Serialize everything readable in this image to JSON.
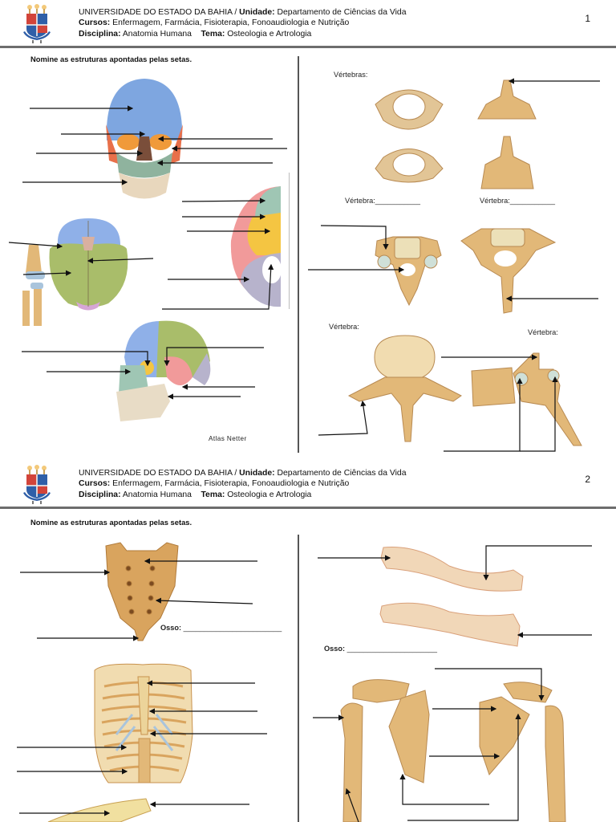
{
  "header": {
    "university": "UNIVERSIDADE DO ESTADO DA BAHIA",
    "separator": " / ",
    "unit_label": "Unidade:",
    "unit_value": " Departamento de Ciências da Vida",
    "courses_label": "Cursos:",
    "courses_value": " Enfermagem, Farmácia, Fisioterapia, Fonoaudiologia e Nutrição",
    "discipline_label": "Disciplina:",
    "discipline_value": " Anatomia Humana",
    "theme_label": "Tema:",
    "theme_value": " Osteologia e Artrologia"
  },
  "pages": [
    {
      "number": "1",
      "instruction": "Nomine as estruturas apontadas pelas setas.",
      "labels": {
        "vertebras": "Vértebras:",
        "vertebra_blank_1": "Vértebra:___________",
        "vertebra_blank_2": "Vértebra:___________",
        "vertebra_3": "Vértebra:",
        "vertebra_4": "Vértebra:"
      },
      "credit": "Atlas Netter",
      "figures": [
        "skull-anterior-view",
        "skull-superior-view",
        "elbow-joint",
        "skull-base-inferior-view",
        "skull-lateral-view",
        "atlas-vertebra-superior",
        "atlas-vertebra-inferior",
        "axis-vertebra-posterior",
        "axis-vertebra-anterior",
        "cervical-vertebra",
        "vertebra-prominens",
        "lumbar-vertebra-superior",
        "lumbar-vertebra-lateral"
      ]
    },
    {
      "number": "2",
      "instruction": "Nomine as estruturas apontadas pelas setas.",
      "labels": {
        "osso_1_label": "Osso:",
        "osso_1_blank": "________________________",
        "osso_2_label": "Osso:",
        "osso_2_blank": "______________________"
      },
      "figures": [
        "sacrum-coccyx-posterior",
        "thoracic-cage-anterior",
        "clavicle-superior",
        "clavicle-inferior",
        "scapula-anterior",
        "scapula-posterior",
        "humerus"
      ]
    }
  ],
  "colors": {
    "rule": "#6d6d6d",
    "bone": "#e2b878",
    "bone_dark": "#c8924e",
    "frontal": "#7ea6e0",
    "parietal": "#a9bd6a",
    "temporal": "#f19a9a",
    "sphenoid": "#f4c542",
    "maxilla": "#9fc6b4",
    "occipital": "#b7b3cc",
    "mandible": "#e8dcc6",
    "cartilage": "#a9c4dc"
  }
}
